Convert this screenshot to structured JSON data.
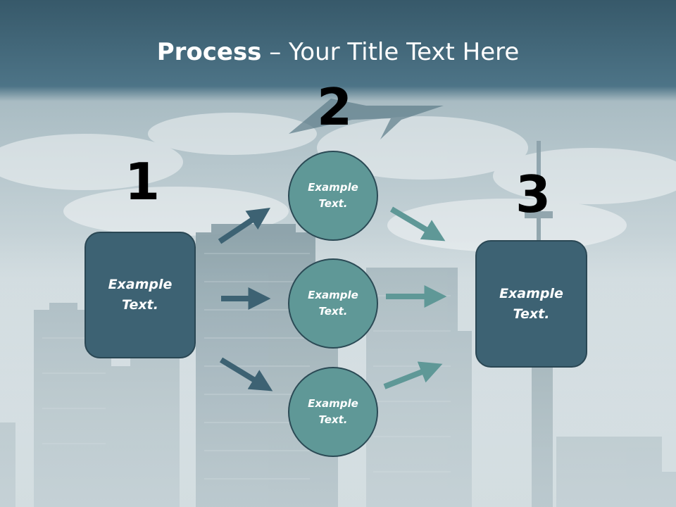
{
  "title": {
    "bold": "Process",
    "rest": " – Your Title Text Here"
  },
  "steps": [
    {
      "number": "1",
      "label": "Example Text."
    },
    {
      "number": "2",
      "label": ""
    },
    {
      "number": "3",
      "label": "Example Text."
    }
  ],
  "circles": [
    {
      "label": "Example Text."
    },
    {
      "label": "Example Text."
    },
    {
      "label": "Example Text."
    }
  ],
  "colors": {
    "header": "#3f6b80",
    "box": "#3d6273",
    "circle": "#5f9897",
    "arrow_in": "#3d6273",
    "arrow_out": "#5f9897"
  }
}
